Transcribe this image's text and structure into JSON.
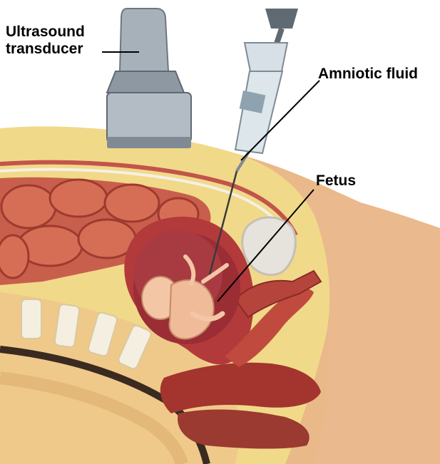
{
  "labels": {
    "transducer_line1": "Ultrasound",
    "transducer_line2": "transducer",
    "amniotic_fluid": "Amniotic fluid",
    "fetus": "Fetus"
  },
  "colors": {
    "skin": "#e9b98a",
    "fat": "#f1d98a",
    "muscle": "#c2554a",
    "intestine": "#c85f4c",
    "uterus": "#b23a3a",
    "amniotic": "#9b2d35",
    "fetus": "#f3c7a6",
    "spine": "#f4efe0",
    "transducer": "#9aa4ad",
    "syringe": "#cfd8de",
    "leader_line": "#000000"
  }
}
